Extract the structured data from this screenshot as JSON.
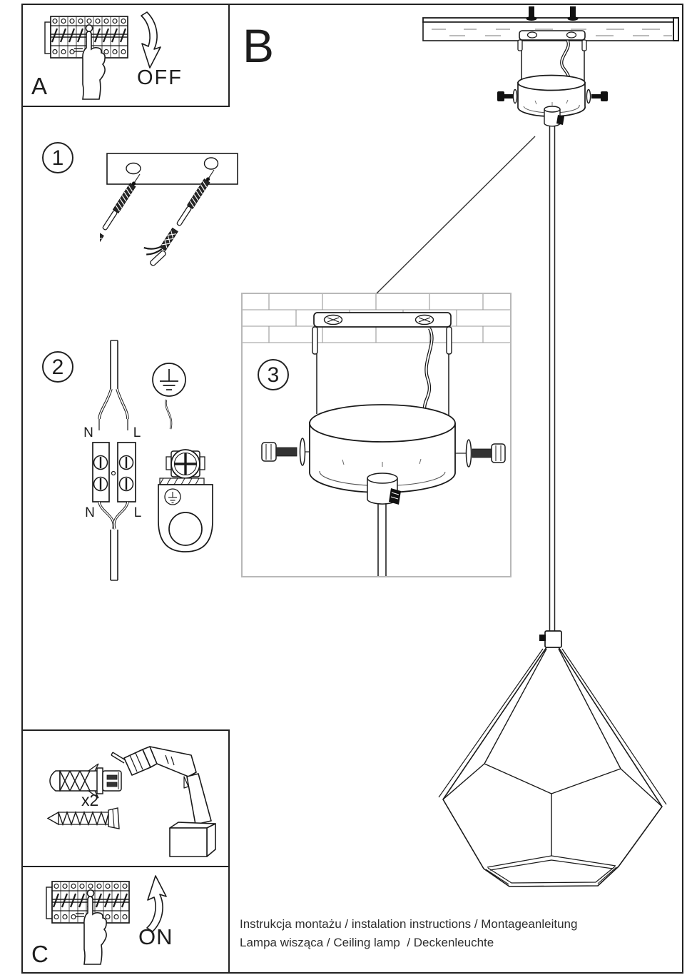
{
  "document": {
    "footer_line1": "Instrukcja montażu / instalation instructions / Montageanleitung",
    "footer_line2": "Lampa wisząca / Ceiling lamp  / Deckenleuchte"
  },
  "panels": {
    "a": {
      "label": "A",
      "action": "OFF"
    },
    "b": {
      "label": "B"
    },
    "c": {
      "label": "C",
      "action": "ON"
    }
  },
  "steps": {
    "step1": "1",
    "step2": "2",
    "step3": "3"
  },
  "wiring": {
    "neutral": "N",
    "live": "L"
  },
  "tools": {
    "quantity": "x2"
  },
  "colors": {
    "line": "#1a1a1a",
    "step3_border": "#b8b8b8",
    "brick_line": "#999999",
    "background": "#ffffff"
  }
}
